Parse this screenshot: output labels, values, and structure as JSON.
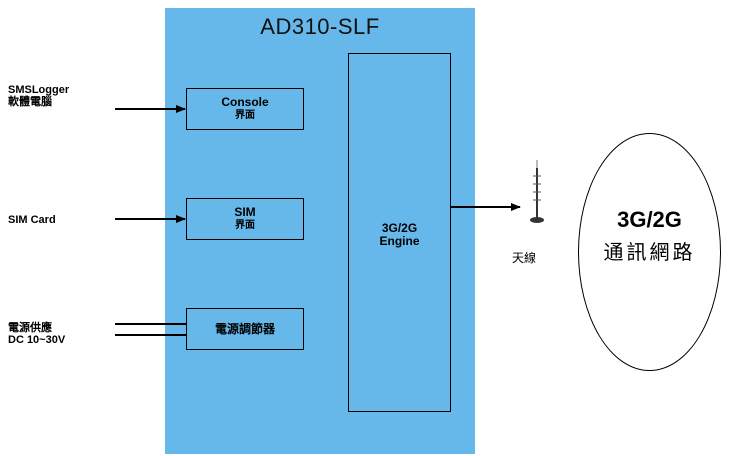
{
  "device": {
    "title": "AD310-SLF"
  },
  "blocks": {
    "console": {
      "line1": "Console",
      "line2": "界面"
    },
    "sim": {
      "line1": "SIM",
      "line2": "界面"
    },
    "power": {
      "line1": "電源調節器"
    },
    "engine": {
      "line1": "3G/2G",
      "line2": "Engine"
    }
  },
  "external": {
    "smslogger": {
      "line1": "SMSLogger",
      "line2": "軟體電腦"
    },
    "simcard": {
      "line1": "SIM Card"
    },
    "power_supply": {
      "line1": "電源供應",
      "line2": "DC 10~30V"
    },
    "antenna": {
      "label": "天線"
    }
  },
  "network": {
    "line1": "3G/2G",
    "line2": "通訊網路"
  },
  "colors": {
    "device_fill": "#66b8ea",
    "stroke": "#000000",
    "background": "#ffffff"
  }
}
